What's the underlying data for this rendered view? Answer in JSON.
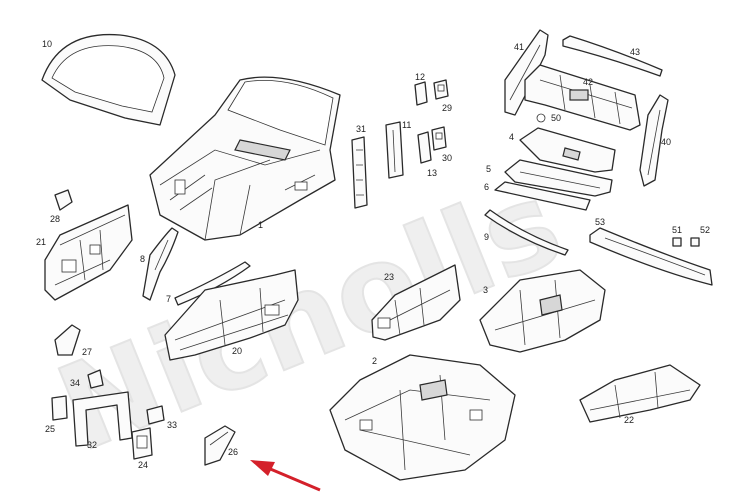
{
  "watermark": "Nicholls",
  "colors": {
    "line": "#2a2a2a",
    "arrow": "#d4202a",
    "watermark": "#efefef"
  },
  "callouts": {
    "p1": "1",
    "p2": "2",
    "p3": "3",
    "p4": "4",
    "p5": "5",
    "p6": "6",
    "p7": "7",
    "p8": "8",
    "p9": "9",
    "p10": "10",
    "p11": "11",
    "p12": "12",
    "p13": "13",
    "p20": "20",
    "p21": "21",
    "p22": "22",
    "p23": "23",
    "p24": "24",
    "p25": "25",
    "p26": "26",
    "p27": "27",
    "p28": "28",
    "p29": "29",
    "p30": "30",
    "p31": "31",
    "p32": "32",
    "p33": "33",
    "p34": "34",
    "p40": "40",
    "p41": "41",
    "p42": "42",
    "p43": "43",
    "p50": "50",
    "p51": "51",
    "p52": "52",
    "p53": "53"
  },
  "highlight_arrow": {
    "points_to": "26"
  }
}
